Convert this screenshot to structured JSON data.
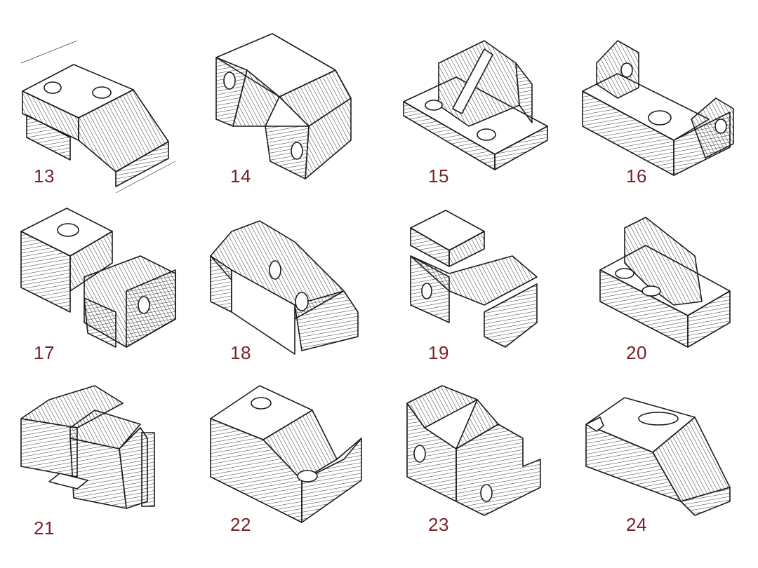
{
  "number_color": "#7a1f26",
  "line_color": "#1a1a1a",
  "figures": [
    {
      "label": "13",
      "icon": "isometric-part-13"
    },
    {
      "label": "14",
      "icon": "isometric-part-14"
    },
    {
      "label": "15",
      "icon": "isometric-part-15"
    },
    {
      "label": "16",
      "icon": "isometric-part-16"
    },
    {
      "label": "17",
      "icon": "isometric-part-17"
    },
    {
      "label": "18",
      "icon": "isometric-part-18"
    },
    {
      "label": "19",
      "icon": "isometric-part-19"
    },
    {
      "label": "20",
      "icon": "isometric-part-20"
    },
    {
      "label": "21",
      "icon": "isometric-part-21"
    },
    {
      "label": "22",
      "icon": "isometric-part-22"
    },
    {
      "label": "23",
      "icon": "isometric-part-23"
    },
    {
      "label": "24",
      "icon": "isometric-part-24"
    }
  ]
}
